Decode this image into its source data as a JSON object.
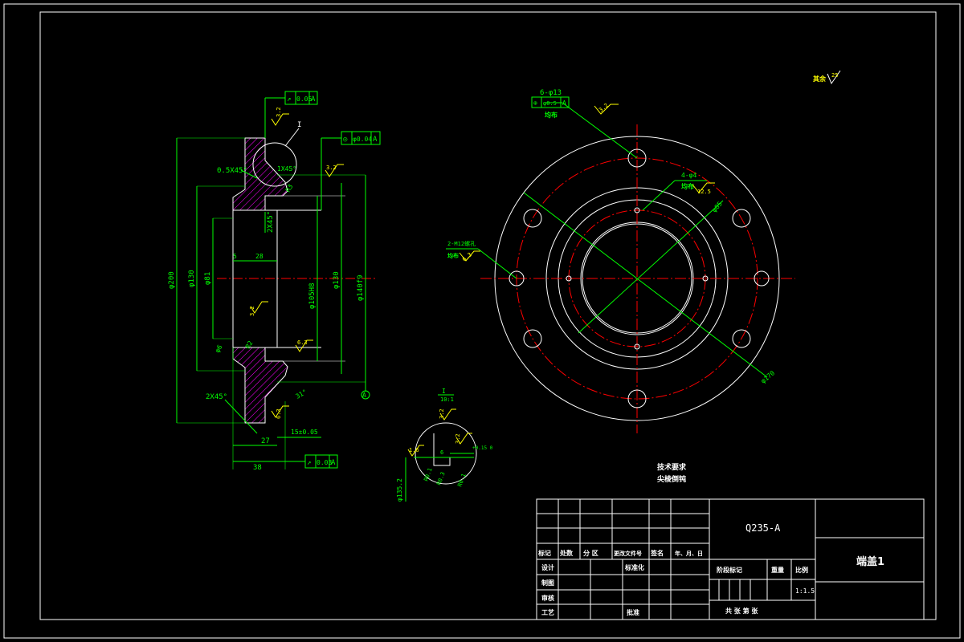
{
  "colors": {
    "background": "#000000",
    "frame": "#ffffff",
    "dimension": "#00ff00",
    "centerline": "#ff0000",
    "hatch": "#ff00ff",
    "annotation": "#ffff00",
    "outline": "#ffffff"
  },
  "section_view": {
    "runout_top": {
      "symbol": "↗",
      "value": "0.05",
      "datum": "A"
    },
    "position_tol": {
      "symbol": "◎",
      "value": "φ0.04",
      "datum": "A"
    },
    "runout_bottom": {
      "symbol": "↗",
      "value": "0.03",
      "datum": "A"
    },
    "detail_label": "I",
    "chamfer_outer": "0.5X45°",
    "chamfer_inner": "1X45°",
    "chamfer_bore": "2X45°",
    "chamfer_bottom": "2X45°",
    "dim_outer_dia": "φ200",
    "dim_pcd": "φ130",
    "dim_bore_small": "φ81",
    "dim_bore": "φ105H8",
    "dim_hub": "φ130",
    "dim_spigot": "φ140f9",
    "dim_r3": "R3",
    "dim_r2": "R2",
    "dim_5": "5",
    "dim_28": "28",
    "dim_27": "27",
    "dim_38": "38",
    "dim_15": "15±0.05",
    "dim_6": "φ6",
    "angle": "31°",
    "rough_1": "3.2",
    "rough_2": "3.2",
    "rough_3": "3.2",
    "rough_4": "6.3",
    "rough_5": "6.3",
    "datum_a": "A"
  },
  "plan_view": {
    "holes_6": "6-φ13",
    "holes_6_tol": {
      "symbol": "⊕",
      "value": "φ0.5",
      "datum": "A"
    },
    "holes_6_note": "均布",
    "holes_4": "4-φ4",
    "holes_4_note": "均布",
    "holes_2": "2-M12螺孔",
    "holes_2_note": "均布",
    "dia_inner": "φ85",
    "dia_outer": "φ170",
    "rough_a": "3.2",
    "rough_b": "12.5",
    "rough_c": "6.3"
  },
  "detail_view": {
    "title": "I",
    "scale": "10:1",
    "dim_dia": "φ135.2",
    "dim_6": "6",
    "dim_r1": "R0.1",
    "dim_r2": "R0.3",
    "dim_r3": "R0.1",
    "dim_tol": "+0.15 0",
    "rough_1": "3.2",
    "rough_2": "1.6",
    "rough_3": "3.2"
  },
  "global_roughness": {
    "label": "其余",
    "value": "25"
  },
  "notes": {
    "title": "技术要求",
    "line1": "尖棱倒钝"
  },
  "title_block": {
    "material": "Q235-A",
    "part_name": "端盖1",
    "hdr_mark": "标记",
    "hdr_count": "处数",
    "hdr_zone": "分 区",
    "hdr_doc": "更改文件号",
    "hdr_sign": "签名",
    "hdr_date": "年、月、日",
    "row_design": "设计",
    "row_std": "标准化",
    "row_draw": "制图",
    "row_check": "审核",
    "row_process": "工艺",
    "row_approve": "批准",
    "stage": "阶段标记",
    "weight": "重量",
    "ratio": "比例",
    "ratio_value": "1:1.5",
    "sheets": "共  张  第  张"
  }
}
